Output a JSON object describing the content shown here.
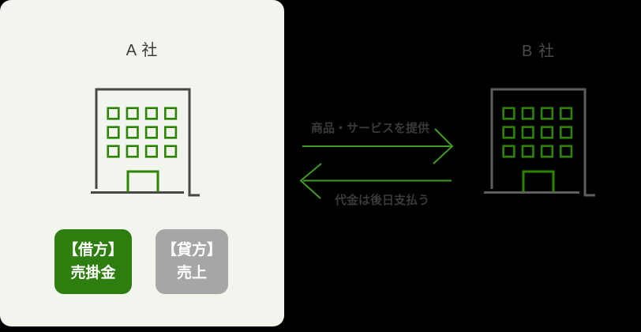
{
  "diagram": {
    "company_a": {
      "title": "A 社",
      "icon": "building-icon",
      "badges": [
        {
          "name": "debit",
          "line1": "【借方】",
          "line2": "売掛金",
          "color": "#2e7d0f",
          "text_color": "#ffffff"
        },
        {
          "name": "credit",
          "line1": "【貸方】",
          "line2": "売上",
          "color": "#a6a6a6",
          "text_color": "#ffffff"
        }
      ]
    },
    "company_b": {
      "title": "B 社",
      "icon": "building-icon"
    },
    "flows": {
      "top": {
        "label": "商品・サービスを提供",
        "direction": "right",
        "arrow_icon": "arrow-right-icon"
      },
      "bottom": {
        "label": "代金は後日支払う",
        "direction": "left",
        "arrow_icon": "arrow-left-icon"
      }
    },
    "colors": {
      "background": "#000000",
      "card": "#f2f5ee",
      "arrow_green": "#3f9b22",
      "window_green": "#2c8400",
      "badge_green": "#2e7d0f",
      "badge_gray": "#a6a6a6",
      "wall_dark": "#474747",
      "wall_gray": "#5e5e5e",
      "flow_label_text": "#3a3a3a",
      "title_a_text": "#3b3b3b",
      "title_b_text": "#4a4a4a"
    }
  }
}
